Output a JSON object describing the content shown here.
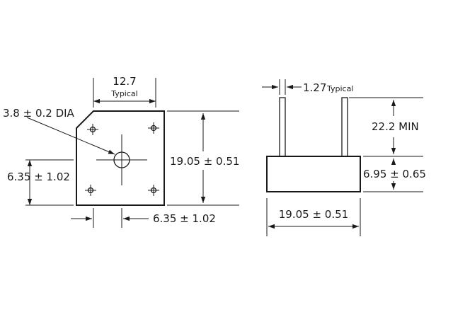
{
  "drawing": {
    "front_view": {
      "top_width": "12.7",
      "top_width_note": "Typical",
      "hole_callout": "3.8 ± 0.2 DIA",
      "left_offset": "6.35 ± 1.02",
      "bottom_offset": "6.35 ± 1.02",
      "height": "19.05 ± 0.51"
    },
    "side_view": {
      "lead_width": "1.27",
      "lead_width_note": "Typical",
      "lead_length": "22.2 MIN",
      "body_height": "6.95 ± 0.65",
      "body_width": "19.05 ± 0.51"
    }
  }
}
